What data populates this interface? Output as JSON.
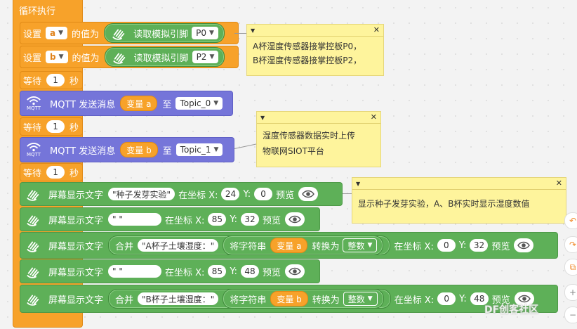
{
  "loop": {
    "label": "循环执行"
  },
  "set_a": {
    "set": "设置",
    "var": "a",
    "value_of": "的值为",
    "read": "读取模拟引脚",
    "pin": "P0"
  },
  "set_b": {
    "set": "设置",
    "var": "b",
    "value_of": "的值为",
    "read": "读取模拟引脚",
    "pin": "P2"
  },
  "wait1": {
    "wait": "等待",
    "num": "1",
    "unit": "秒"
  },
  "mqtt1": {
    "icon_text": "MQTT",
    "label": "MQTT 发送消息",
    "var": "变量 a",
    "to": "至",
    "topic": "Topic_0"
  },
  "wait2": {
    "wait": "等待",
    "num": "1",
    "unit": "秒"
  },
  "mqtt2": {
    "icon_text": "MQTT",
    "label": "MQTT 发送消息",
    "var": "变量 b",
    "to": "至",
    "topic": "Topic_1"
  },
  "wait3": {
    "wait": "等待",
    "num": "1",
    "unit": "秒"
  },
  "disp1": {
    "label": "屏幕显示文字",
    "text": "\"种子发芽实验\"",
    "at_x": "在坐标 X:",
    "x": "24",
    "y_label": "Y:",
    "y": "0",
    "preview": "预览"
  },
  "disp2": {
    "label": "屏幕显示文字",
    "text": "\"          \"",
    "at_x": "在坐标 X:",
    "x": "85",
    "y_label": "Y:",
    "y": "32",
    "preview": "预览"
  },
  "disp3": {
    "label": "屏幕显示文字",
    "merge": "合并",
    "text": "\"A杯子土壤湿度：\"",
    "str_op": "将字符串",
    "var": "变量 a",
    "convert": "转换为",
    "type": "整数",
    "at_x": "在坐标 X:",
    "x": "0",
    "y_label": "Y:",
    "y": "32",
    "preview": "预览"
  },
  "disp4": {
    "label": "屏幕显示文字",
    "text": "\"          \"",
    "at_x": "在坐标 X:",
    "x": "85",
    "y_label": "Y:",
    "y": "48",
    "preview": "预览"
  },
  "disp5": {
    "label": "屏幕显示文字",
    "merge": "合并",
    "text": "\"B杯子土壤湿度：\"",
    "str_op": "将字符串",
    "var": "变量 b",
    "convert": "转换为",
    "type": "整数",
    "at_x": "在坐标 X:",
    "x": "0",
    "y_label": "Y:",
    "y": "48",
    "preview": "预览"
  },
  "notes": [
    {
      "line1": "A杯湿度传感器接掌控板P0，",
      "line2": "B杯湿度传感器接掌控板P2，"
    },
    {
      "line1": "湿度传感器数据实时上传",
      "line2": "物联网SIOT平台"
    },
    {
      "line1": "显示种子发芽实验，A、B杯实时显示湿度数值",
      "line2": ""
    }
  ],
  "watermark": "DF创客社区",
  "colors": {
    "orange": "#f7a22a",
    "green": "#5eb058",
    "purple": "#7575d9",
    "note": "#fef49c"
  }
}
